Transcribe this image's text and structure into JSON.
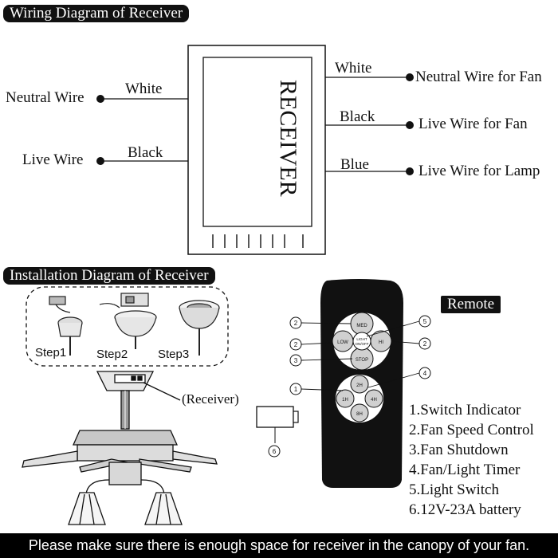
{
  "wiring": {
    "title": "Wiring Diagram of Receiver",
    "receiver_label": "RECEIVER",
    "inputs": [
      {
        "wire_color": "White",
        "terminal": "Neutral Wire"
      },
      {
        "wire_color": "Black",
        "terminal": "Live Wire"
      }
    ],
    "outputs": [
      {
        "wire_color": "White",
        "terminal": "Neutral Wire for Fan"
      },
      {
        "wire_color": "Black",
        "terminal": "Live Wire for Fan"
      },
      {
        "wire_color": "Blue",
        "terminal": "Live Wire for Lamp"
      }
    ]
  },
  "installation": {
    "title": "Installation Diagram of Receiver",
    "steps": [
      "Step1",
      "Step2",
      "Step3"
    ],
    "receiver_callout": "(Receiver)"
  },
  "remote": {
    "title": "Remote",
    "buttons": {
      "top": "MED",
      "left": "LOW",
      "center_lines": [
        "LIGHT",
        "ON/OFF"
      ],
      "right": "HI",
      "bottom": "STOP",
      "timer_top": "2H",
      "timer_left": "1H",
      "timer_right": "4H",
      "timer_bottom": "8H"
    },
    "callout_numbers": [
      "2",
      "2",
      "3",
      "5",
      "2",
      "4",
      "1",
      "6"
    ],
    "legend": [
      "1.Switch Indicator",
      "2.Fan Speed Control",
      "3.Fan Shutdown",
      "4.Fan/Light Timer",
      "5.Light Switch",
      "6.12V-23A battery"
    ]
  },
  "footer": "Please make sure there is enough space for receiver in the canopy of your fan."
}
